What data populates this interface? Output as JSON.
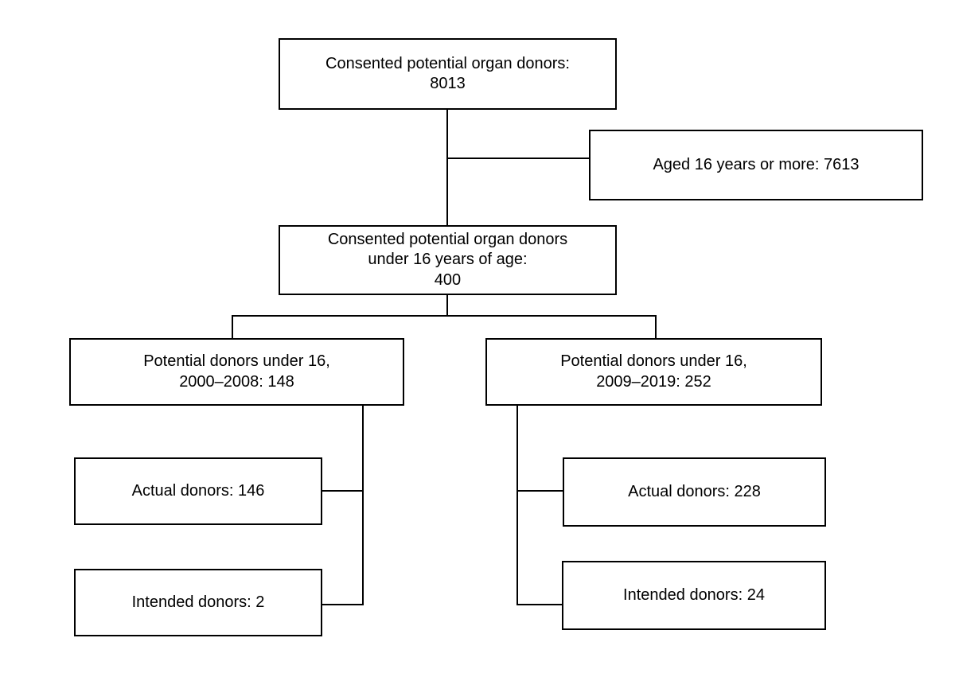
{
  "colors": {
    "line": "#000000",
    "text": "#000000",
    "background": "#ffffff"
  },
  "nodes": {
    "total": {
      "text": "Consented potential organ donors:\n8013"
    },
    "aged16": {
      "text": "Aged 16 years or more: 7613"
    },
    "under16": {
      "text": "Consented potential organ donors\nunder 16 years of age:\n400"
    },
    "early": {
      "text": "Potential donors under 16,\n2000–2008: 148"
    },
    "late": {
      "text": "Potential donors under 16,\n2009–2019: 252"
    },
    "early_actual": {
      "text": "Actual donors: 146"
    },
    "early_intended": {
      "text": "Intended donors: 2"
    },
    "late_actual": {
      "text": "Actual donors: 228"
    },
    "late_intended": {
      "text": "Intended donors: 24"
    }
  }
}
